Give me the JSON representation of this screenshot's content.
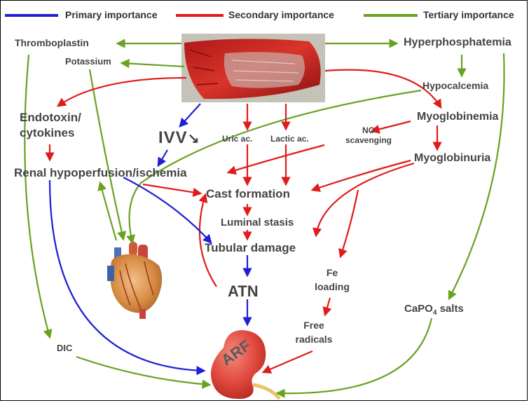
{
  "legend": {
    "primary": {
      "label": "Primary importance",
      "color": "#1f1fd6"
    },
    "secondary": {
      "label": "Secondary  importance",
      "color": "#e01b1b"
    },
    "tertiary": {
      "label": "Tertiary importance",
      "color": "#6aa121"
    }
  },
  "nodes": {
    "thromboplastin": "Thromboplastin",
    "potassium": "Potassium",
    "hyperphosphatemia": "Hyperphosphatemia",
    "hypocalcemia": "Hypocalcemia",
    "myoglobinemia": "Myoglobinemia",
    "no_scavenging_1": "NO",
    "no_scavenging_2": "scavenging",
    "myoglobinuria": "Myoglobinuria",
    "endotoxin_1": "Endotoxin/",
    "endotoxin_2": "cytokines",
    "ivv": "IVV",
    "ivv_arrow": "↘",
    "uric_acid": "Uric ac.",
    "lactic_acid": "Lactic ac.",
    "renal_hypoperfusion": "Renal hypoperfusion/ischemia",
    "cast_formation": "Cast formation",
    "luminal_stasis": "Luminal stasis",
    "tubular_damage": "Tubular damage",
    "atn": "ATN",
    "fe_loading_1": "Fe",
    "fe_loading_2": "loading",
    "free_radicals_1": "Free",
    "free_radicals_2": "radicals",
    "capo4_main": "CaPO",
    "capo4_sub": "4",
    "capo4_rest": " salts",
    "dic": "DIC",
    "arf": "ARF"
  },
  "images": {
    "muscle": "muscle-injury-photo",
    "heart": "heart-illustration",
    "kidney": "kidney-illustration"
  }
}
